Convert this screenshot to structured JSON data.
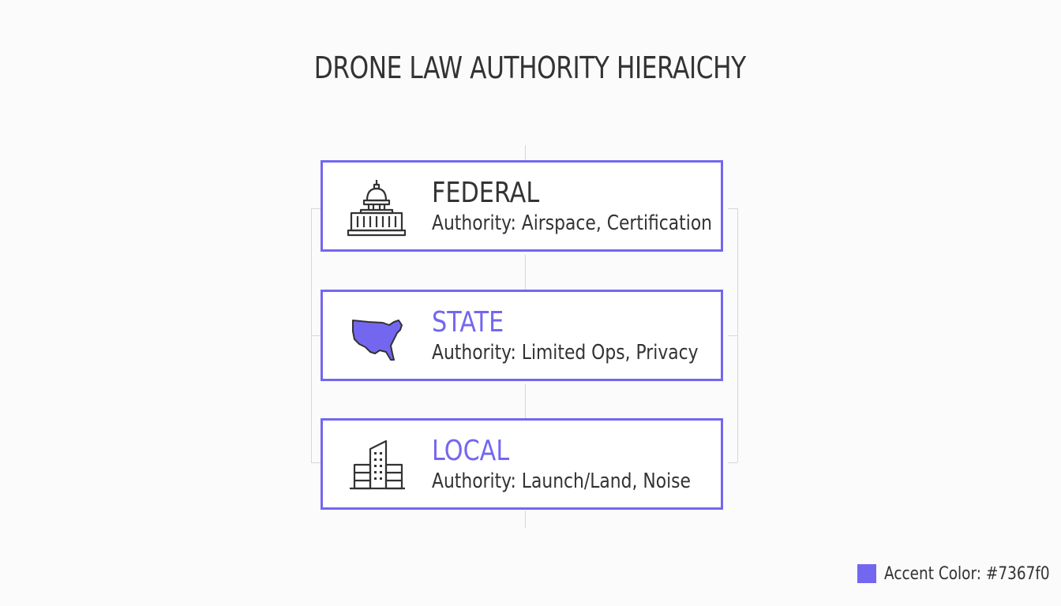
{
  "title": "DRONE LAW AUTHORITY HIERAICHY",
  "levels": [
    {
      "name": "FEDERAL",
      "authority": "Authority: Airspace, Certification",
      "icon": "capitol-building-icon",
      "name_color": "#333333"
    },
    {
      "name": "STATE",
      "authority": "Authority: Limited Ops, Privacy",
      "icon": "us-map-icon",
      "name_color": "#7367f0"
    },
    {
      "name": "LOCAL",
      "authority": "Authority: Launch/Land, Noise",
      "icon": "city-buildings-icon",
      "name_color": "#7367f0"
    }
  ],
  "legend": {
    "label": "Accent Color: #7367f0",
    "color": "#7367f0"
  },
  "colors": {
    "accent": "#7367f0",
    "text": "#333333",
    "connector": "#d6d6dc"
  }
}
